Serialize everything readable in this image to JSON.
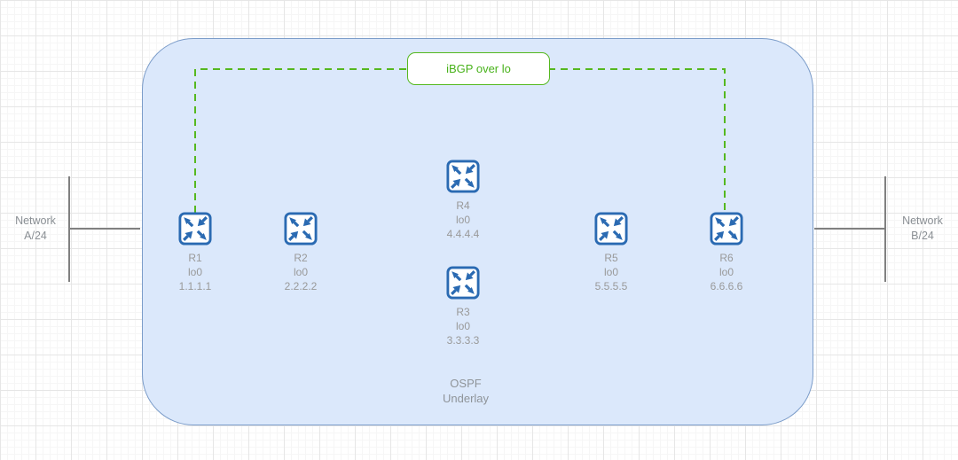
{
  "colors": {
    "router_blue": "#2a6ab2",
    "container_fill": "#dbe8fb",
    "container_border": "#7b9cc9",
    "bgp_green": "#55b81f",
    "label_gray": "#999999",
    "connector_gray": "#808080"
  },
  "icons": {
    "router": "four-arrows-switch-icon"
  },
  "overlay_session": {
    "label": "iBGP over lo"
  },
  "underlay_container": {
    "line1": "OSPF",
    "line2": "Underlay"
  },
  "external_networks": {
    "left": {
      "line1": "Network",
      "line2": "A/24"
    },
    "right": {
      "line1": "Network",
      "line2": "B/24"
    }
  },
  "routers": [
    {
      "name": "R1",
      "iface": "lo0",
      "ip": "1.1.1.1"
    },
    {
      "name": "R2",
      "iface": "lo0",
      "ip": "2.2.2.2"
    },
    {
      "name": "R3",
      "iface": "lo0",
      "ip": "3.3.3.3"
    },
    {
      "name": "R4",
      "iface": "lo0",
      "ip": "4.4.4.4"
    },
    {
      "name": "R5",
      "iface": "lo0",
      "ip": "5.5.5.5"
    },
    {
      "name": "R6",
      "iface": "lo0",
      "ip": "6.6.6.6"
    }
  ]
}
